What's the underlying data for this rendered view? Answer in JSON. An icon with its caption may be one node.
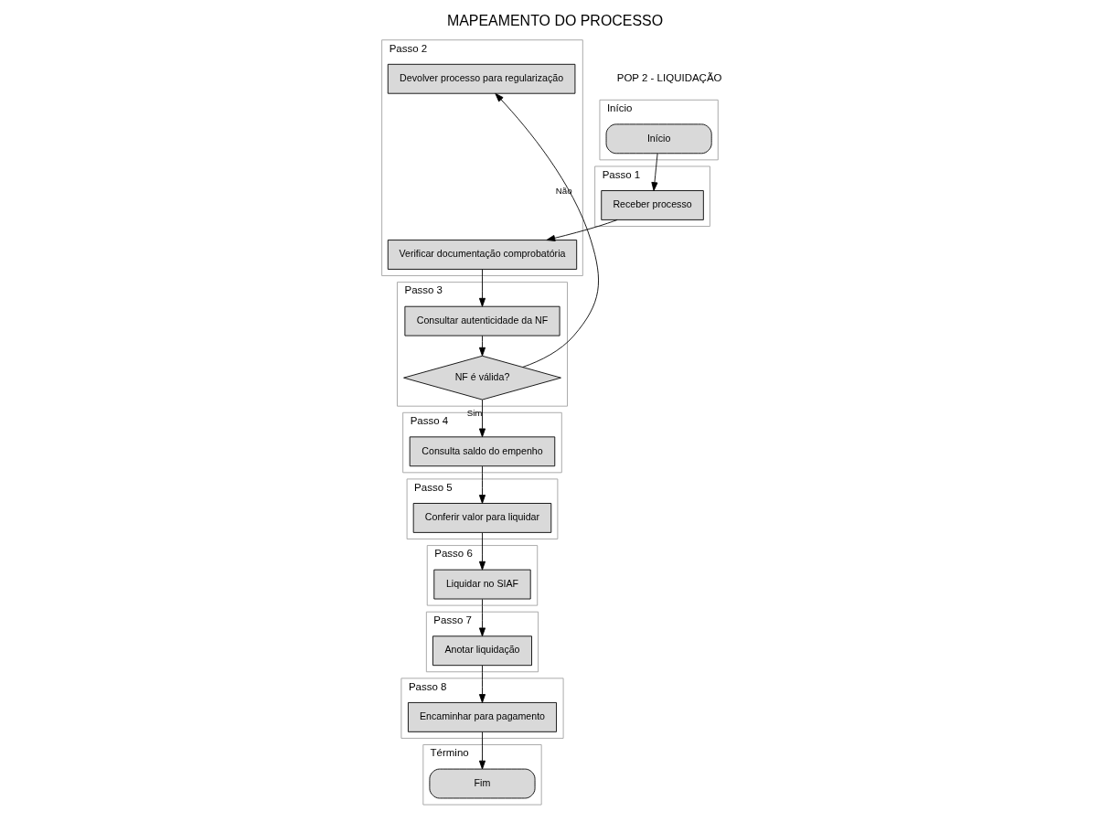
{
  "diagram": {
    "title": "MAPEAMENTO DO PROCESSO",
    "nodes": [
      {
        "text": [
          "Início"
        ]
      },
      {
        "text": [
          "Início"
        ],
        "in": 0
      },
      {
        "text": [
          "Passo 1"
        ]
      },
      {
        "text": [
          "Receber processo"
        ],
        "in": 2
      },
      {
        "text": [
          "Passo 2"
        ]
      },
      {
        "text": [
          "Verificar documentação comprobatória"
        ],
        "in": 4
      },
      {
        "text": [
          "Devolver processo para regularização"
        ],
        "in": 4
      },
      {
        "text": [
          "Passo 3"
        ]
      },
      {
        "text": [
          "Consultar autenticidade da NF"
        ],
        "in": 7
      },
      {
        "text": [
          "NF é válida?"
        ],
        "in": 7
      },
      {
        "text": [
          "Passo 4"
        ]
      },
      {
        "text": [
          "Consulta saldo do empenho"
        ],
        "in": 10
      },
      {
        "text": [
          "Passo 5"
        ]
      },
      {
        "text": [
          "Conferir valor para liquidar"
        ],
        "in": 12
      },
      {
        "text": [
          "Passo 6"
        ]
      },
      {
        "text": [
          "Liquidar no SIAF"
        ],
        "in": 14
      },
      {
        "text": [
          "Passo 7"
        ]
      },
      {
        "text": [
          "Anotar liquidação"
        ],
        "in": 16
      },
      {
        "text": [
          "Passo 8"
        ]
      },
      {
        "text": [
          "Encaminhar para pagamento"
        ],
        "in": 18
      },
      {
        "text": [
          "Término"
        ]
      },
      {
        "text": [
          "Fim"
        ],
        "in": 20
      }
    ],
    "edges": [
      {
        "from": 1,
        "to": 3,
        "arrow": "to"
      },
      {
        "from": 3,
        "to": 5,
        "arrow": "to"
      },
      {
        "from": 5,
        "to": 8,
        "arrow": "to"
      },
      {
        "from": 8,
        "to": 9,
        "arrow": "to"
      },
      {
        "from": 9,
        "to": 6,
        "label": "Não",
        "arrow": "to"
      },
      {
        "from": 9,
        "to": 11,
        "label": "Sim",
        "arrow": "to"
      },
      {
        "from": 11,
        "to": 13,
        "arrow": "to"
      },
      {
        "from": 13,
        "to": 15,
        "arrow": "to"
      },
      {
        "from": 15,
        "to": 17,
        "arrow": "to"
      },
      {
        "from": 17,
        "to": 19,
        "arrow": "to"
      },
      {
        "from": 19,
        "to": 21,
        "arrow": "to"
      }
    ],
    "labels": [
      "POP 2 - LIQUIDAÇÃO"
    ]
  }
}
